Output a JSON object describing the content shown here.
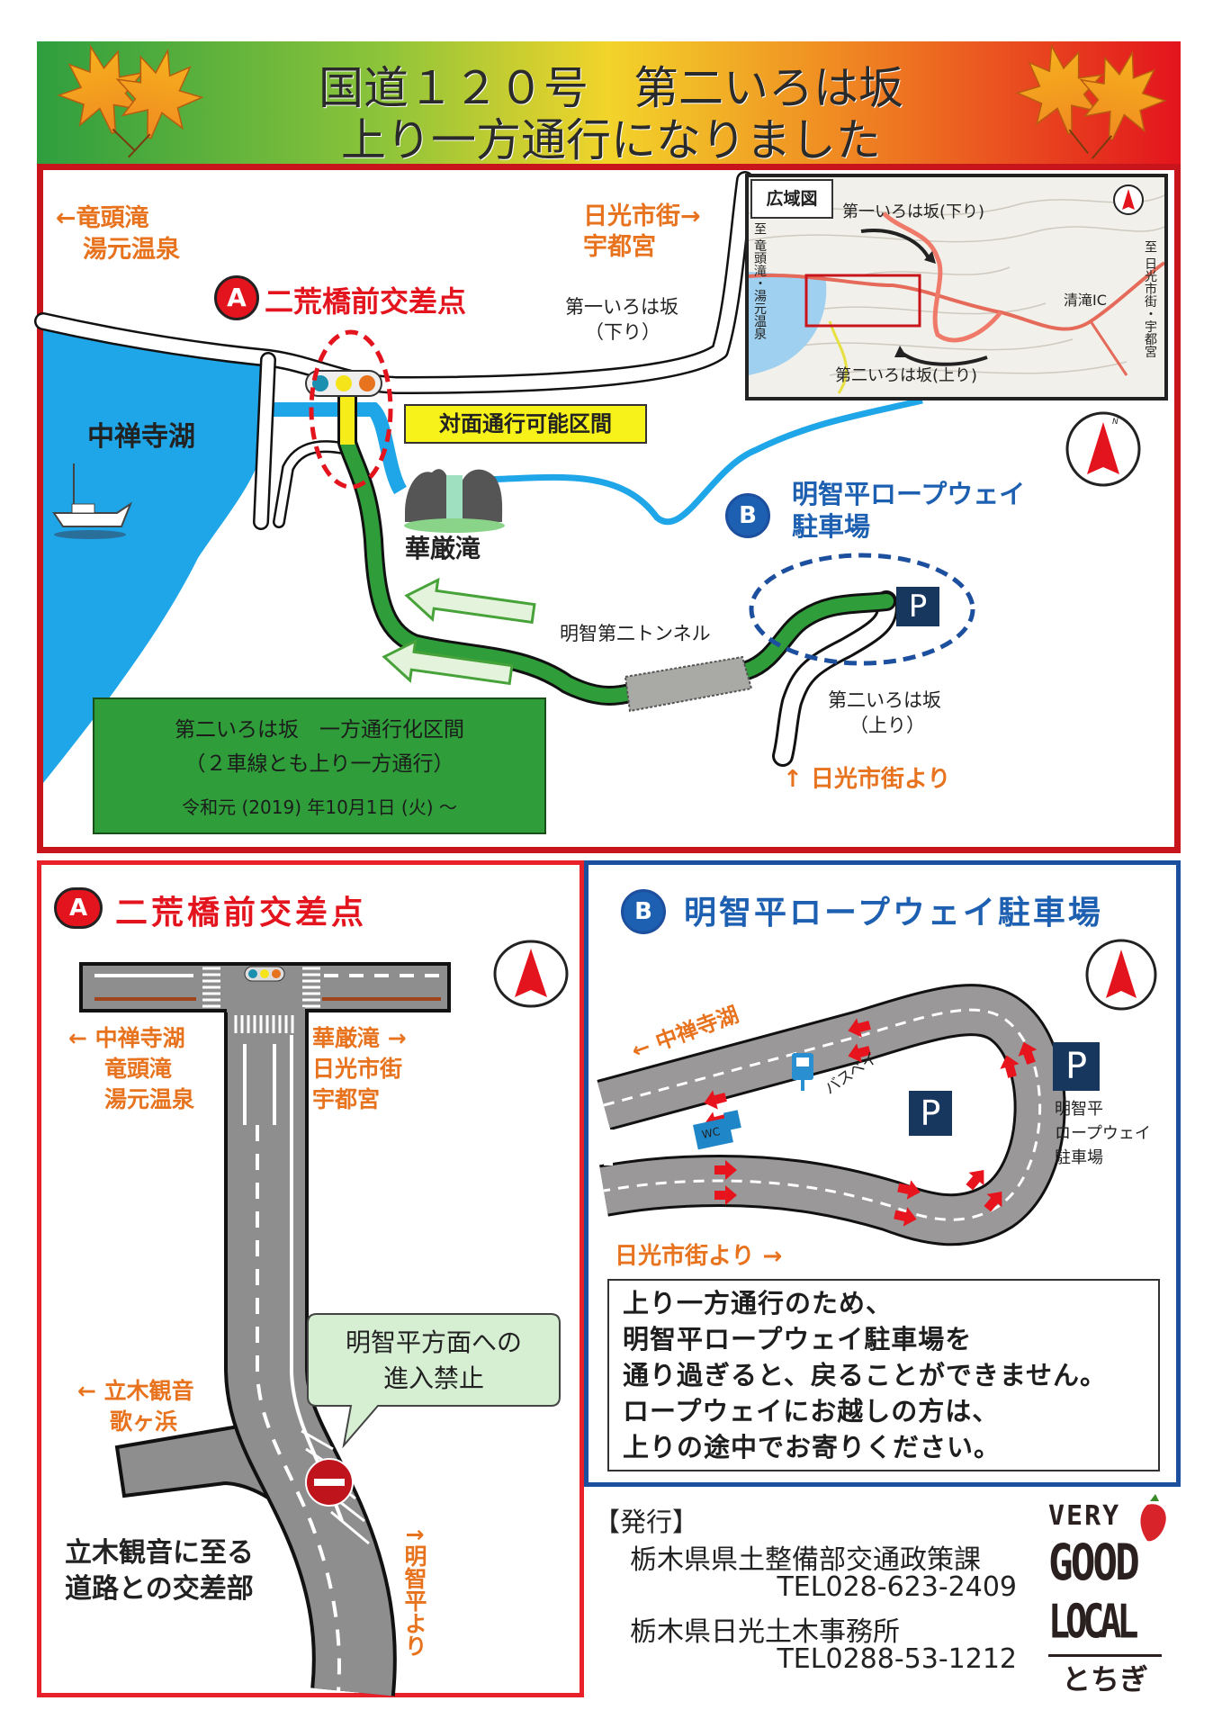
{
  "banner": {
    "title_line1": "国道１２０号　第二いろは坂",
    "title_line2": "上り一方通行になりました"
  },
  "overview_map": {
    "to_left_line1": "←竜頭滝",
    "to_left_line2": "湯元温泉",
    "to_right_line1": "日光市街→",
    "to_right_line2": "宇都宮",
    "point_a_badge": "A",
    "point_a_label": "二荒橋前交差点",
    "first_irohazaka_line1": "第一いろは坂",
    "first_irohazaka_line2": "（下り）",
    "lake_label": "中禅寺湖",
    "two_way_section": "対面通行可能区間",
    "waterfall_label": "華厳滝",
    "point_b_badge": "B",
    "point_b_label_line1": "明智平ロープウェイ",
    "point_b_label_line2": "駐車場",
    "tunnel_label": "明智第二トンネル",
    "parking_sign": "P",
    "second_irohazaka_line1": "第二いろは坂",
    "second_irohazaka_line2": "（上り）",
    "from_nikko": "↑ 日光市街より",
    "oneway_box": {
      "line1": "第二いろは坂　一方通行化区間",
      "line2": "（２車線とも上り一方通行）",
      "date": "令和元 (2019) 年10月1日 (火) ～"
    },
    "compass_n": "N"
  },
  "wide_area_map": {
    "title": "広域図",
    "first_slope": "第一いろは坂(下り)",
    "second_slope": "第二いろは坂(上り)",
    "kiyotaki_ic": "清滝IC",
    "to_left": "至 竜頭滝・湯元温泉",
    "to_right": "至 日光市街・宇都宮"
  },
  "panel_a": {
    "badge": "A",
    "title": "二荒橋前交差点",
    "left_dest_line1": "← 中禅寺湖",
    "left_dest_line2": "竜頭滝",
    "left_dest_line3": "湯元温泉",
    "right_dest_line1": "華厳滝 →",
    "right_dest_line2": "日光市街",
    "right_dest_line3": "宇都宮",
    "side_dest_line1": "← 立木観音",
    "side_dest_line2": "歌ヶ浜",
    "callout_line1": "明智平方面への",
    "callout_line2": "進入禁止",
    "junction_line1": "立木観音に至る",
    "junction_line2": "道路との交差部",
    "from_akechidaira": "↑明智平より"
  },
  "panel_b": {
    "badge": "B",
    "title": "明智平ロープウェイ駐車場",
    "to_lake": "← 中禅寺湖",
    "bus_bay": "バスベイ",
    "wc": "WC",
    "parking_sign": "P",
    "parking_label_line1": "明智平",
    "parking_label_line2": "ロープウェイ",
    "parking_label_line3": "駐車場",
    "from_nikko": "日光市街より →",
    "notice": [
      "上り一方通行のため、",
      "明智平ロープウェイ駐車場を",
      "通り過ぎると、戻ることができません。",
      "ロープウェイにお越しの方は、",
      "上りの途中でお寄りください。"
    ]
  },
  "footer": {
    "issuer_label": "【発行】",
    "org1": "栃木県県土整備部交通政策課",
    "tel1": "TEL028-623-2409",
    "org2": "栃木県日光土木事務所",
    "tel2": "TEL0288-53-1212"
  },
  "logo": {
    "line1": "VERY",
    "line2": "GOOD",
    "line3": "LOCAL",
    "line4": "とちぎ"
  },
  "colors": {
    "red_frame": "#c8151c",
    "blue_frame": "#1d4f9f",
    "orange_text": "#e8731f",
    "lake_blue": "#1ea6e8",
    "road_green": "#2f9e3a"
  }
}
